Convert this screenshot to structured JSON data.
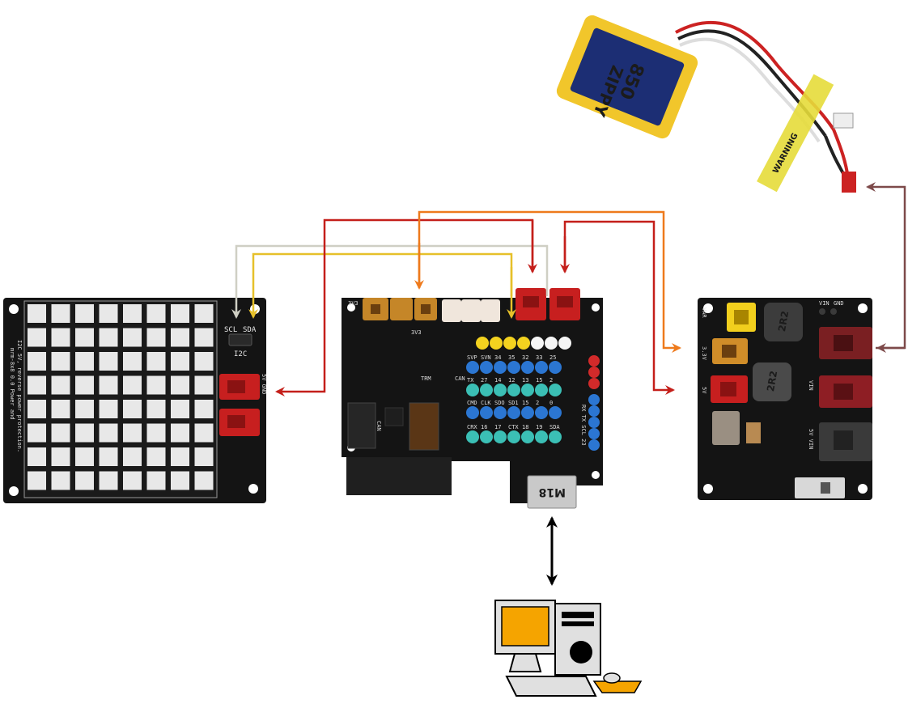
{
  "matrix_board": {
    "scl_label": "SCL",
    "sda_label": "SDA",
    "i2c_label": "I2C",
    "desc_line1": "mrm-8x8 0.0 Power and",
    "desc_line2": "I2C 5V, reverse power protection.",
    "conn_5v": "5V",
    "conn_gnd": "GND"
  },
  "main_board": {
    "label_3v3_a": "3V3",
    "label_3v3_b": "3V3",
    "label_trm": "TRM",
    "label_can": "CAN",
    "label_can2": "CAN",
    "header_rows": [
      [
        "SVP",
        "SVN",
        "34",
        "35",
        "32",
        "33",
        "25"
      ],
      [
        "TX",
        "27",
        "14",
        "12",
        "13",
        "15",
        "2"
      ],
      [
        "CMD",
        "CLK",
        "SDO",
        "SD1",
        "15",
        "2",
        "0"
      ],
      [
        "CRX",
        "16",
        "17",
        "CTX",
        "18",
        "19",
        "SDA"
      ]
    ],
    "side_labels": [
      "RX",
      "TX",
      "SCL",
      "23"
    ],
    "usb_label": "M18"
  },
  "power_board": {
    "label_vin": "VIN",
    "label_gnd": "GND",
    "label_3v3": "3.3V",
    "label_5v": "5V",
    "label_var": "VAR",
    "label_vin_side": "VIN",
    "label_5v_vin": "5V VIN",
    "inductor_1": "2R2",
    "inductor_2": "2R2"
  },
  "battery": {
    "brand": "ZIPPY",
    "capacity": "850",
    "warning": "WARNING"
  },
  "colors": {
    "sda_wire": "#e6c02a",
    "scl_wire": "#cfcfc4",
    "power_5v_wire": "#c41f1a",
    "power_3v3_wire": "#ee7a1c",
    "battery_wire": "#7d4a4a"
  }
}
